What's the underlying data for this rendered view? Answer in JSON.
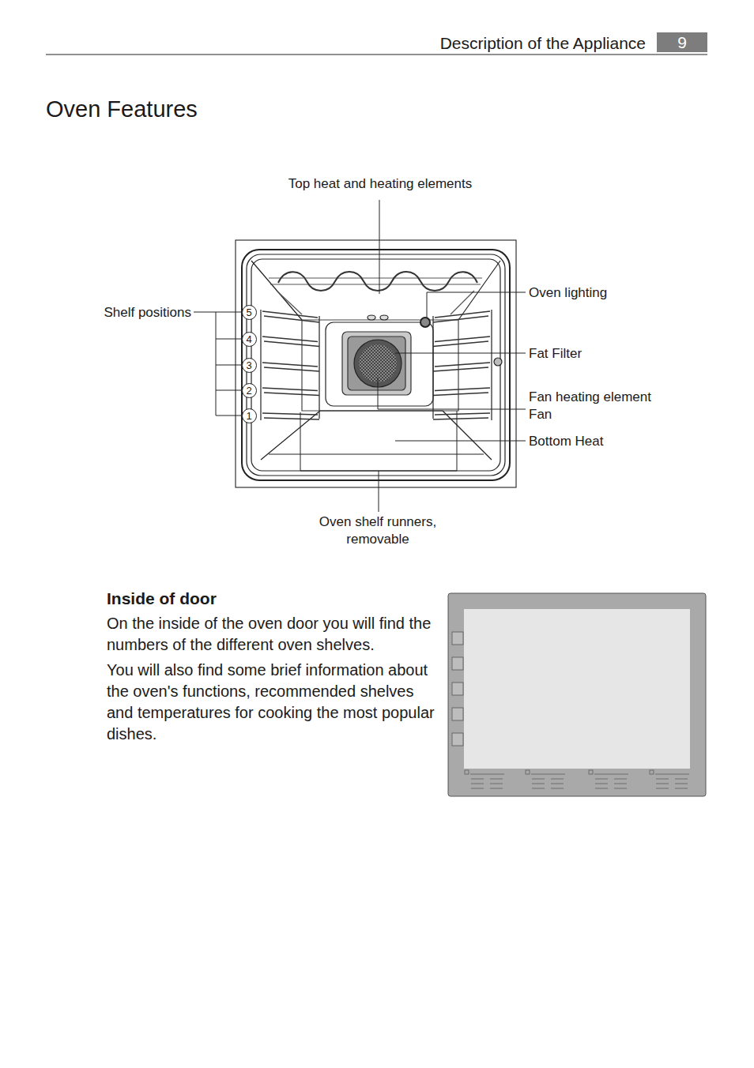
{
  "diagram": {
    "title": "Oven Features",
    "nodes": [
      {
        "text": [
          "9"
        ]
      },
      {
        "text": [
          "5"
        ]
      },
      {
        "text": [
          "4"
        ]
      },
      {
        "text": [
          "3"
        ]
      },
      {
        "text": [
          "2"
        ]
      },
      {
        "text": [
          "1"
        ]
      }
    ],
    "labels": [
      "Description of the Appliance",
      "Top heat and heating elements",
      "Shelf positions",
      "Oven lighting",
      "Fat Filter",
      "Fan heating element",
      "Fan",
      "Bottom Heat",
      "Oven shelf runners, removable",
      "Inside of door",
      "On the inside of the oven door you will find the numbers of the different oven shelves.",
      "You will also find some brief information about the oven's functions, recommended shelves and temperatures for cooking the most popular dishes."
    ]
  }
}
